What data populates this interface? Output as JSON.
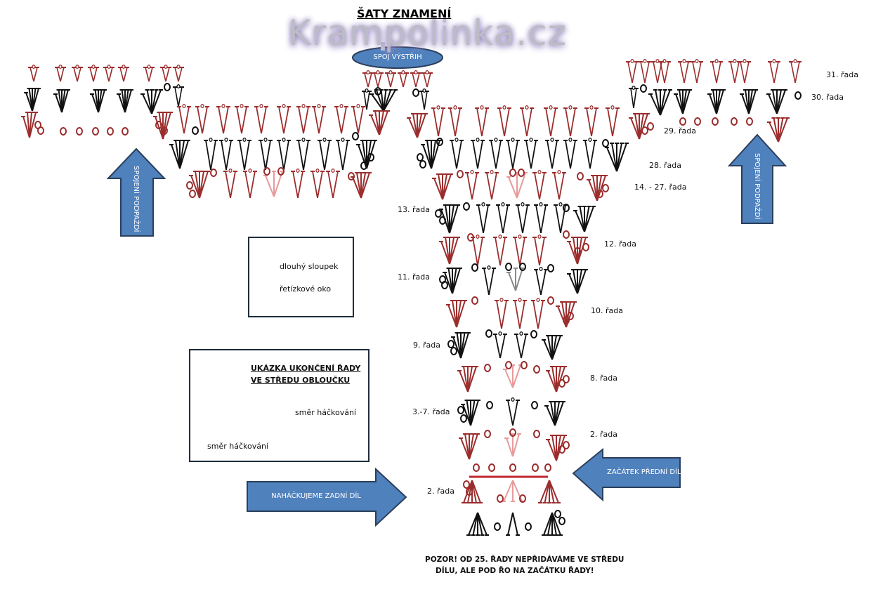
{
  "title": "ŠATY ZNAMENÍ",
  "watermark": "Krampolinka.cz",
  "colors": {
    "red_stitch": "#9b2d2d",
    "light_red_stitch": "#e79a9a",
    "black_stitch": "#111111",
    "grey_stitch": "#8a8a8a",
    "arrow_fill": "#4f81bd",
    "arrow_border": "#2b3f5c",
    "center_line": "#c0272d",
    "direction_arrow": "#5b8ccc"
  },
  "callouts": {
    "neck_join": "SPOJ VÝSTŘIH",
    "armpit_left": "SPOJENÍ PODPAŽDÍ",
    "armpit_right": "SPOJENÍ PODPAŽDÍ",
    "back_part": "NAHÁČKUJEME ZADNÍ DÍL",
    "front_start": "ZAČÁTEK PŘEDNÍ DÍL"
  },
  "row_labels": [
    {
      "id": "r31",
      "text": "31. řada"
    },
    {
      "id": "r30",
      "text": "30. řada"
    },
    {
      "id": "r29",
      "text": "29. řada"
    },
    {
      "id": "r28",
      "text": "28. řada"
    },
    {
      "id": "r14_27",
      "text": "14. - 27. řada"
    },
    {
      "id": "r13",
      "text": "13. řada"
    },
    {
      "id": "r12",
      "text": "12. řada"
    },
    {
      "id": "r11",
      "text": "11. řada"
    },
    {
      "id": "r10",
      "text": "10. řada"
    },
    {
      "id": "r9",
      "text": "9. řada"
    },
    {
      "id": "r8",
      "text": "8. řada"
    },
    {
      "id": "r3_7",
      "text": "3.-7. řada"
    },
    {
      "id": "r2a",
      "text": "2. řada"
    },
    {
      "id": "r2b",
      "text": "2. řada"
    }
  ],
  "legend": {
    "items": [
      {
        "symbol": "long-stitch",
        "label": "dlouhý sloupek"
      },
      {
        "symbol": "chain-stitch",
        "label": "řetízkové oko"
      }
    ]
  },
  "example_box": {
    "title_line1": "UKÁZKA UKONČENÍ ŘADY",
    "title_line2": "VE STŘEDU OBLOUČKU",
    "direction_right": "směr háčkování",
    "direction_left": "směr háčkování"
  },
  "note": {
    "line1": "POZOR! OD  25. ŘADY NEPŘIDÁVÁME VE STŘEDU",
    "line2": "DÍLU, ALE POD ŘO NA ZAČÁTKU ŘADY!"
  }
}
